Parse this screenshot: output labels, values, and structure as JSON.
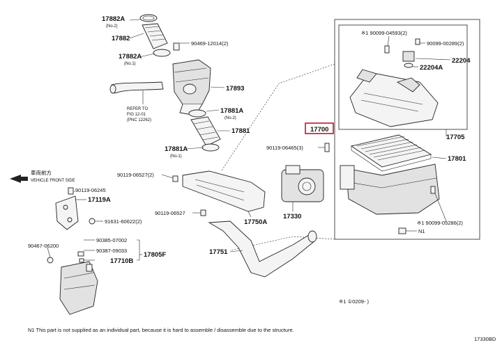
{
  "labels": {
    "p17882A_no2": "17882A",
    "no2_a": "(No.2)",
    "p17882": "17882",
    "p90469": "90469-12014(2)",
    "p17882A_no1": "17882A",
    "no1_a": "(No.1)",
    "p17893": "17893",
    "refer_1": "REFER TO",
    "refer_2": "FIG 12-01",
    "refer_3": "(PNC 12262)",
    "p17881A_no2": "17881A",
    "no2_b": "(No.2)",
    "p17881": "17881",
    "p17881A_no1": "17881A",
    "no1_b": "(No.1)",
    "vehicle_jp": "車両前方",
    "vehicle_en": "VEHICLE FRONT SIDE",
    "p90119_06527_2": "90119-06527(2)",
    "p90119_06245": "90119-06245",
    "p17119A": "17119A",
    "p91631": "91631-60622(2)",
    "p90119_06527": "90119-06527",
    "p17750A": "17750A",
    "p90385": "90385-07002",
    "p90387": "90387-09033",
    "p90467": "90467-06200",
    "p17710B": "17710B",
    "p17805F": "17805F",
    "p17751": "17751",
    "p17330": "17330",
    "p90119_06465": "90119-06465(3)",
    "p17700": "17700",
    "p17705": "17705",
    "p17801": "17801",
    "p90099_04593": "※1 90099-04593(2)",
    "p90099_00289": "90099-00289(2)",
    "p22204": "22204",
    "p22204A": "22204A",
    "p90099_05286": "※1 90099-05286(2)",
    "n1_tag": "N1",
    "date_note": "※1 ①0209-     )",
    "footnote": "N1  This part is not supplied as an individual part, because it is hard to assemble / disassemble due to the structure.",
    "diagram_id": "17330BD"
  },
  "colors": {
    "highlight": "#c0142c",
    "line": "#222222"
  }
}
